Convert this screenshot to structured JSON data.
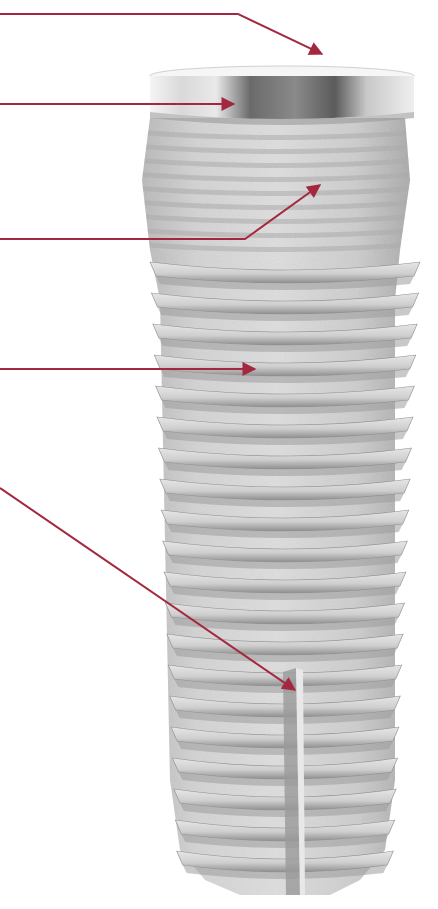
{
  "figure": {
    "subject": "dental-implant",
    "colors": {
      "background": "#ffffff",
      "arrow": "#a3283f",
      "collar_metal_light": "#f2f2f2",
      "collar_metal_dark": "#595959",
      "body_surface": "#c9c9c9",
      "thread_shadow": "#9c9c9c"
    },
    "callouts": [
      {
        "id": "platform"
      },
      {
        "id": "polished-collar"
      },
      {
        "id": "micro-threads"
      },
      {
        "id": "macro-threads"
      },
      {
        "id": "apical-cutting-groove"
      }
    ]
  }
}
